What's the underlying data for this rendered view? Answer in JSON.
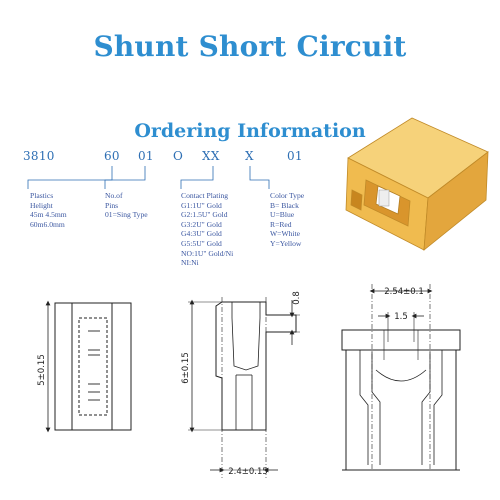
{
  "title": "Shunt Short Circuit",
  "ordering": {
    "heading": "Ordering Information",
    "code_parts": [
      "3810",
      "60",
      "01",
      "O",
      "XX",
      "X",
      "01"
    ],
    "groups": [
      {
        "name": "plastics-height",
        "lines": [
          "Plastics",
          "Helight",
          "45m 4.5mm",
          "60m6.0mm"
        ]
      },
      {
        "name": "pins",
        "lines": [
          "No.of",
          "Pins",
          "01=Sing Type"
        ]
      },
      {
        "name": "contact-plating",
        "lines": [
          "Contact Plating",
          "G1:1U\" Gold",
          "G2:1.5U\" Gold",
          "G3:2U\" Gold",
          "G4:3U\" Gold",
          "G5:5U\" Gold",
          "NO:1U\" Gold/Ni",
          "NI:Ni"
        ]
      },
      {
        "name": "color-type",
        "lines": [
          "Color Type",
          "B= Black",
          "U=Blue",
          "R=Red",
          "W=White",
          "Y=Yellow"
        ]
      }
    ]
  },
  "dimensions": {
    "left_view_height": "5±0.15",
    "middle_view_height": "6±0.15",
    "middle_view_top_offset": "0.8",
    "middle_view_width": "2.4±0.15",
    "right_view_pitch": "2.54±0.1",
    "right_view_gap": "1.5"
  },
  "colors": {
    "accent": "#2e8ed0",
    "code_text": "#2e6fb4",
    "jumper_body": "#f2bf55",
    "jumper_dark": "#d69a2e",
    "line": "#222222"
  },
  "icons": {
    "product_image": "yellow-jumper-shunt"
  }
}
